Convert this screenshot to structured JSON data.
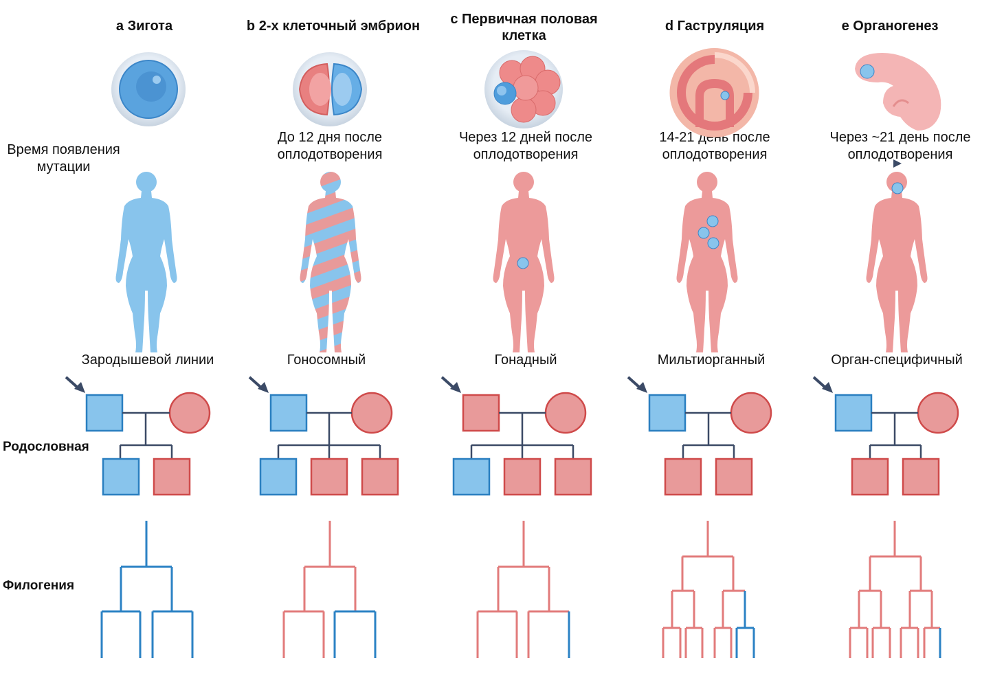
{
  "colors": {
    "blue": "#88c4ec",
    "blue_stroke": "#2a7fc0",
    "red": "#e89a9a",
    "red_stroke": "#cf4a4a",
    "dark": "#3b4a66",
    "tree_blue": "#2b82c4",
    "tree_red": "#e27b7b"
  },
  "stages": [
    {
      "title": "a Зигота",
      "time_line1": "",
      "time_line2": "",
      "type": "Зародышевой линии",
      "embryo_icon": "zygote-icon"
    },
    {
      "title": "b 2-х клеточный эмбрион",
      "time_line1": "До 12 дня после",
      "time_line2": "оплодотворения",
      "type": "Гоносомный",
      "embryo_icon": "two-cell-embryo-icon"
    },
    {
      "title_line1": "c Первичная половая",
      "title_line2": "клетка",
      "time_line1": "Через 12 дней после",
      "time_line2": "оплодотворения",
      "type": "Гонадный",
      "embryo_icon": "morula-icon"
    },
    {
      "title": "d Гаструляция",
      "time_line1": "14-21 день после",
      "time_line2": "оплодотворения",
      "type": "Мильтиорганный",
      "embryo_icon": "gastrula-icon"
    },
    {
      "title": "e Органогенез",
      "time_line1": "Через ~21 день после",
      "time_line2": "оплодотворения",
      "type": "Орган-специфичный",
      "embryo_icon": "fetus-icon"
    }
  ],
  "axis": {
    "label_line1": "Время появления",
    "label_line2": "мутации"
  },
  "rows": {
    "pedigree": "Родословная",
    "phylogeny": "Филогения"
  }
}
